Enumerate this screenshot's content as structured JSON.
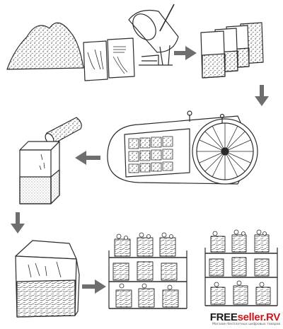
{
  "watermark": {
    "main_black": "FREE",
    "main_red": "seller.RV",
    "tagline": "Магазин бесплатных цифровых товаров"
  },
  "colors": {
    "ink": "#2b2b2b",
    "arrow": "#6e6e6e",
    "accent": "#d4151b",
    "background": "#ffffff"
  }
}
